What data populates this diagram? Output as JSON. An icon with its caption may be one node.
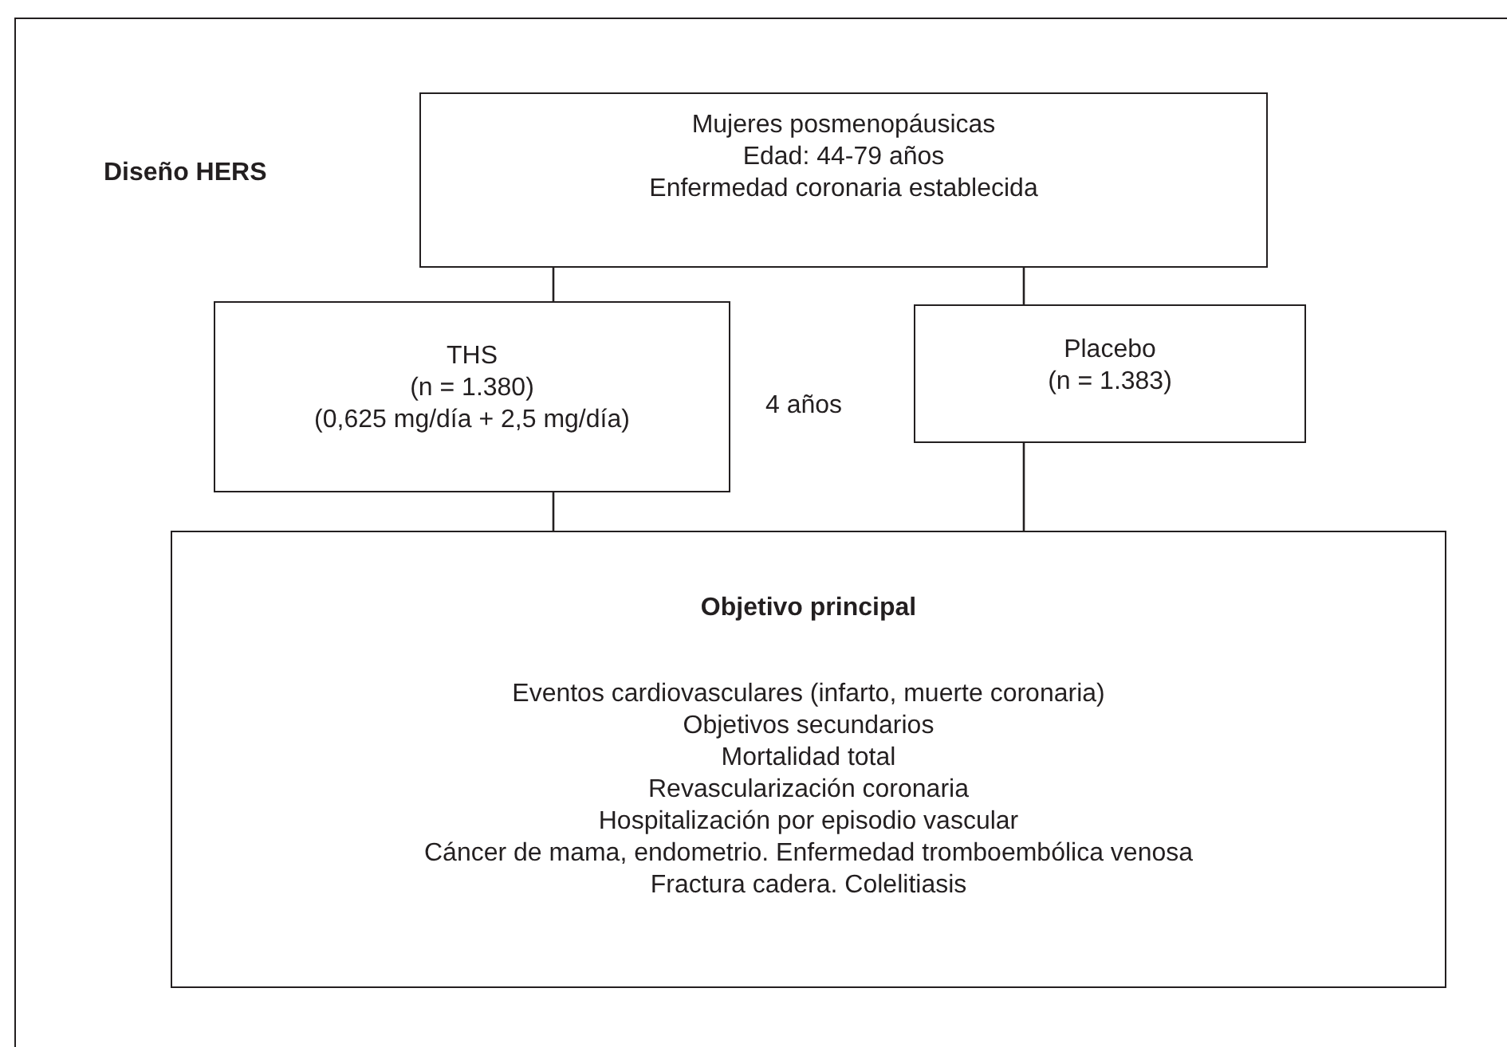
{
  "diagram": {
    "nodes": [
      {
        "text": [
          "Mujeres posmenopáusicas",
          "Edad: 44-79 años",
          "Enfermedad coronaria establecida"
        ]
      },
      {
        "text": [
          "THS",
          "(n = 1.380)",
          "(0,625 mg/día + 2,5 mg/día)"
        ]
      },
      {
        "text": [
          "Placebo",
          "(n = 1.383)"
        ]
      },
      {
        "text": [
          "Objetivo principal",
          "Eventos cardiovasculares (infarto, muerte coronaria)",
          "Objetivos secundarios",
          "Mortalidad total",
          "Revascularización coronaria",
          "Hospitalización por episodio vascular",
          "Cáncer de mama, endometrio. Enfermedad tromboembólica venosa",
          "Fractura cadera. Colelitiasis"
        ]
      }
    ],
    "edges": [
      {
        "from": 0,
        "to": 1,
        "arrow": "none"
      },
      {
        "from": 0,
        "to": 2,
        "arrow": "none"
      },
      {
        "from": 1,
        "to": 3,
        "arrow": "none"
      },
      {
        "from": 2,
        "to": 3,
        "arrow": "none"
      }
    ],
    "labels": [
      "Diseño HERS",
      "4 años"
    ]
  }
}
